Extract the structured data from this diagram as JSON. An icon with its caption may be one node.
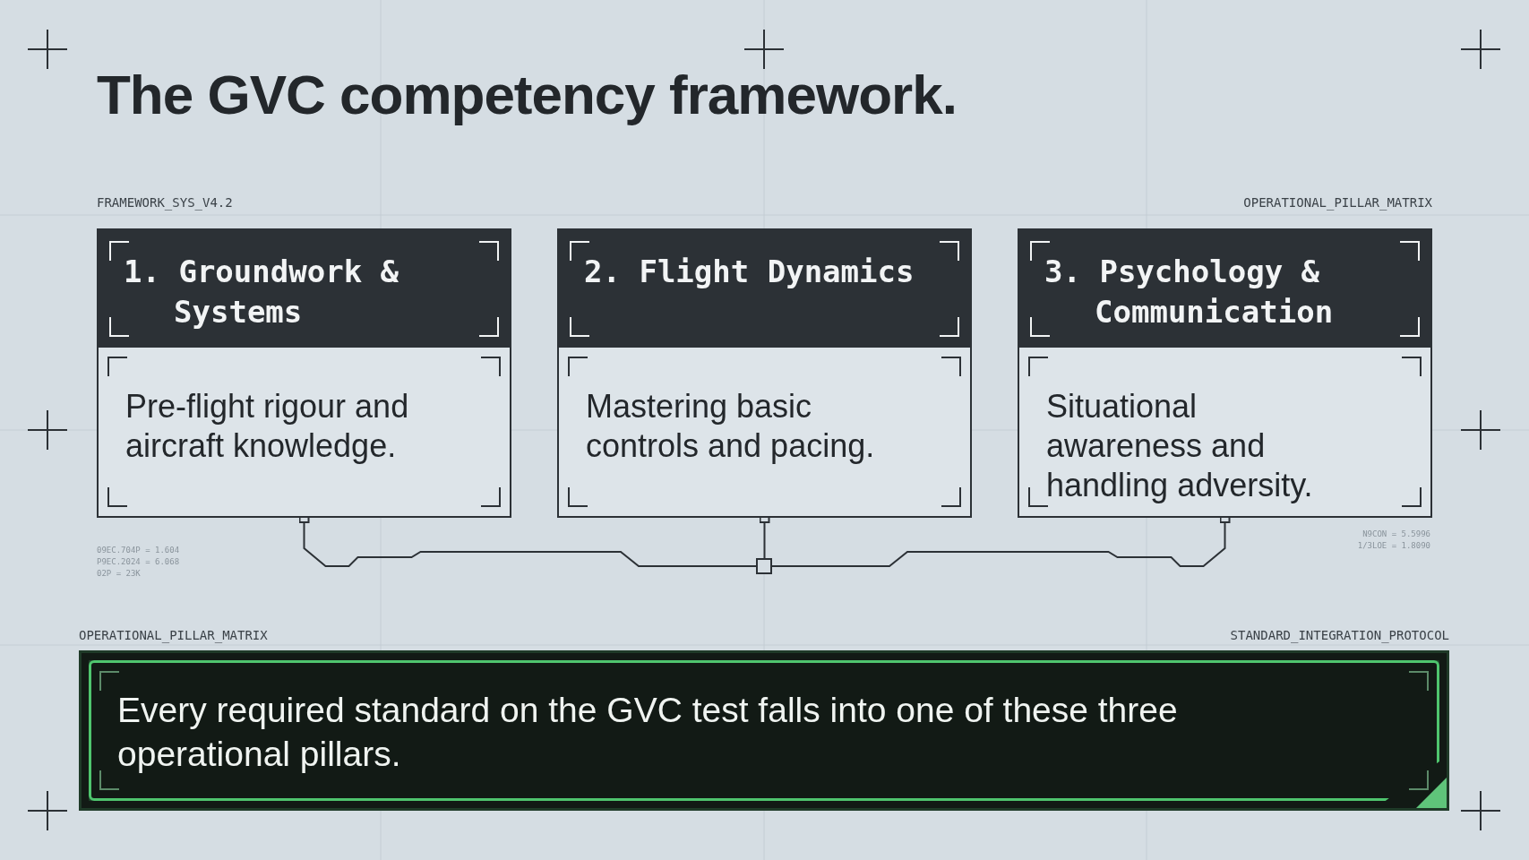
{
  "diagram": {
    "title": "The GVC competency framework.",
    "nodes": [
      {
        "text": [
          "1. Groundwork & Systems",
          "Pre-flight rigour and aircraft knowledge."
        ]
      },
      {
        "text": [
          "2. Flight Dynamics",
          "Mastering basic controls and pacing."
        ]
      },
      {
        "text": [
          "3. Psychology & Communication",
          "Situational awareness and handling adversity."
        ]
      },
      {
        "text": [],
        "shape": "box"
      },
      {
        "text": [
          "Every required standard on the GVC test falls into one of these three operational pillars."
        ]
      }
    ],
    "edges": [
      {
        "from": 0,
        "to": 3,
        "arrow": "other"
      },
      {
        "from": 1,
        "to": 3,
        "arrow": "other"
      },
      {
        "from": 2,
        "to": 3,
        "arrow": "other"
      }
    ],
    "labels": [
      "FRAMEWORK_SYS_V4.2",
      "OPERATIONAL_PILLAR_MATRIX",
      "09EC.704P = 1.604",
      "P9EC.2024 = 6.068",
      "02P = 23K",
      "N9CON = 5.5996",
      "1/3LOE = 1.8090",
      "OPERATIONAL_PILLAR_MATRIX",
      "STANDARD_INTEGRATION_PROTOCOL"
    ]
  }
}
